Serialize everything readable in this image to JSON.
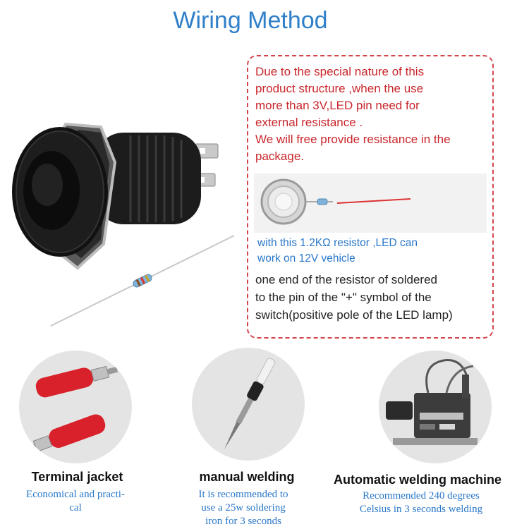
{
  "title": "Wiring Method",
  "notice": {
    "warning_lines": [
      "Due to the special nature of this",
      "product structure ,when the use",
      "more than 3V,LED pin need for",
      "external resistance .",
      "We will free provide resistance in the",
      "package."
    ],
    "resistor_lines": [
      "with this 1.2KΩ resistor ,LED can",
      "work on 12V vehicle"
    ],
    "instruction_lines": [
      "one end of the resistor of soldered",
      "to the pin of the \"+\" symbol of the",
      "switch(positive pole of the LED lamp)"
    ]
  },
  "tools": [
    {
      "title": "Terminal jacket",
      "description_lines": [
        "Economical and practi-",
        "cal"
      ]
    },
    {
      "title": "manual welding",
      "description_lines": [
        "It is recommended to",
        "use a 25w soldering",
        "iron for 3 seconds"
      ]
    },
    {
      "title": "Automatic welding machine",
      "description_lines": [
        "Recommended 240 degrees",
        "Celsius in 3 seconds welding"
      ]
    }
  ],
  "colors": {
    "title_blue": "#2f7fc9",
    "warning_red": "#c8262b",
    "caption_blue": "#2a78c8",
    "border_red": "#d4464b"
  }
}
